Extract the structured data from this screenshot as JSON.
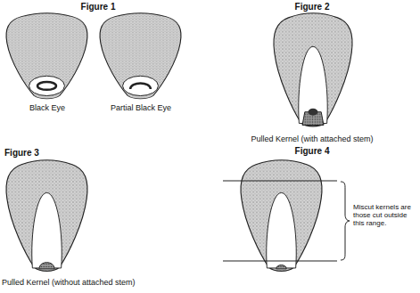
{
  "diagram": {
    "labels": [
      "Figure 1",
      "Black Eye",
      "Partial Black Eye",
      "Figure 2",
      "Pulled Kernel (with attached stem)",
      "Figure 3",
      "Pulled Kernel (without attached stem)",
      "Figure 4",
      "Miscut kernels are those cut outside this range."
    ]
  }
}
